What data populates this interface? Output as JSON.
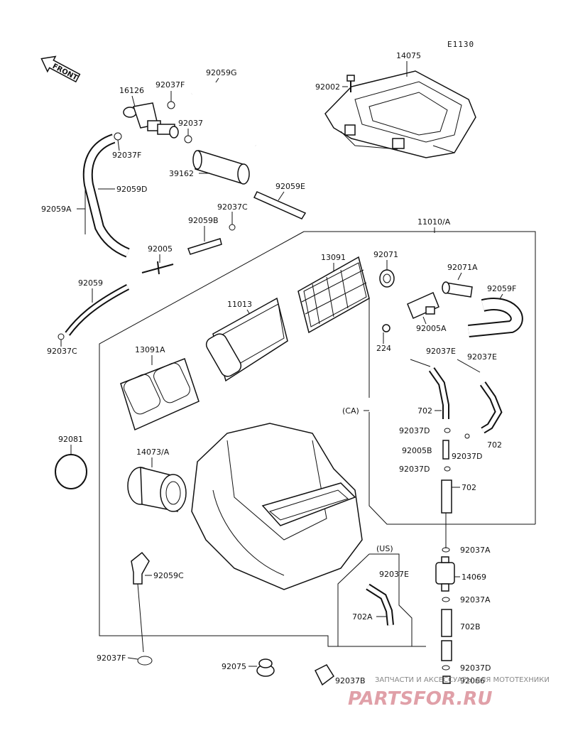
{
  "diagram_code": "E1130",
  "front_label": "FRONT",
  "parts": {
    "p14075": "14075",
    "p92002": "92002",
    "p16126": "16126",
    "p92037F_top": "92037F",
    "p92059G": "92059G",
    "p92037_a": "92037",
    "p92037F_b": "92037F",
    "p39162": "39162",
    "p92059D": "92059D",
    "p92059E": "92059E",
    "p92059A": "92059A",
    "p92037C_a": "92037C",
    "p92059B": "92059B",
    "p11010A": "11010/A",
    "p92005": "92005",
    "p13091": "13091",
    "p92071": "92071",
    "p92071A": "92071A",
    "p92059": "92059",
    "p11013": "11013",
    "p92059F": "92059F",
    "p92005A": "92005A",
    "p224": "224",
    "p92037C_b": "92037C",
    "p13091A": "13091A",
    "p92037E_a": "92037E",
    "p92037E_b": "92037E",
    "pCA": "(CA)",
    "p702_a": "702",
    "p92037D_a": "92037D",
    "p702_b": "702",
    "p92081": "92081",
    "p92005B": "92005B",
    "p92037D_b": "92037D",
    "p14073A": "14073/A",
    "p92037D_c": "92037D",
    "p702_c": "702",
    "p92037A_a": "92037A",
    "pUS": "(US)",
    "p92037E_c": "92037E",
    "p14069": "14069",
    "p92059C": "92059C",
    "p92037A_b": "92037A",
    "p702A": "702A",
    "p702B": "702B",
    "p92037F_c": "92037F",
    "p92075": "92075",
    "p92037D_d": "92037D",
    "p92037B": "92037B",
    "p92066": "92066"
  },
  "watermark": {
    "text": "ЗАПЧАСТИ И АКСЕССУАРЫ ДЛЯ МОТОТЕХНИКИ",
    "brand": "PARTSFOR.RU"
  }
}
